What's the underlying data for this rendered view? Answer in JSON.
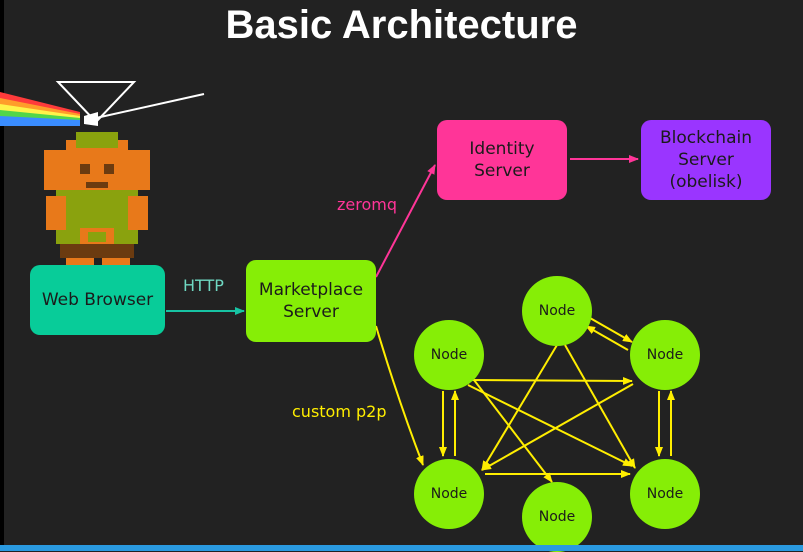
{
  "title": "Basic Architecture",
  "boxes": {
    "web_browser": "Web Browser",
    "marketplace": "Marketplace\nServer",
    "identity": "Identity\nServer",
    "blockchain": "Blockchain\nServer\n(obelisk)"
  },
  "edge_labels": {
    "http": "HTTP",
    "zeromq": "zeromq",
    "p2p": "custom p2p"
  },
  "node_label": "Node",
  "nodes": [
    "Node",
    "Node",
    "Node",
    "Node",
    "Node",
    "Node"
  ],
  "colors": {
    "background": "#222222",
    "web_browser": "#08cc99",
    "marketplace": "#86ee06",
    "identity": "#ff3598",
    "blockchain": "#9a35ff",
    "node": "#86ee06",
    "http_arrow": "#17c3a3",
    "zeromq_arrow": "#ff3598",
    "p2p_arrow": "#ffee00"
  }
}
